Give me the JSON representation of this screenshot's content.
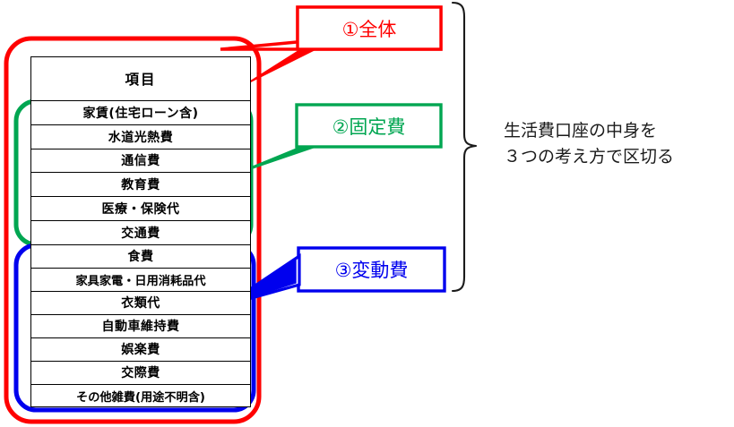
{
  "diagram": {
    "title_note": "生活費口座の中身を\n３つの考え方で区切る",
    "note_line1": "生活費口座の中身を",
    "note_line2": "３つの考え方で区切る"
  },
  "table": {
    "header": "項目",
    "fixed_rows": [
      "家賃(住宅ローン含)",
      "水道光熱費",
      "通信費",
      "教育費",
      "医療・保険代",
      "交通費"
    ],
    "variable_rows": [
      "食費",
      "家具家電・日用消耗品代",
      "衣類代",
      "自動車維持費",
      "娯楽費",
      "交際費",
      "その他雑費(用途不明含)"
    ]
  },
  "callouts": [
    {
      "id": "overall",
      "label": "①全体",
      "color": "#ff0000"
    },
    {
      "id": "fixed",
      "label": "②固定費",
      "color": "#00a651"
    },
    {
      "id": "variable",
      "label": "③変動費",
      "color": "#0000ee"
    }
  ],
  "colors": {
    "overall": "#ff0000",
    "fixed": "#00a651",
    "variable": "#0000ee",
    "table_border": "#000000",
    "brace": "#1b1b1b",
    "background": "#ffffff"
  }
}
